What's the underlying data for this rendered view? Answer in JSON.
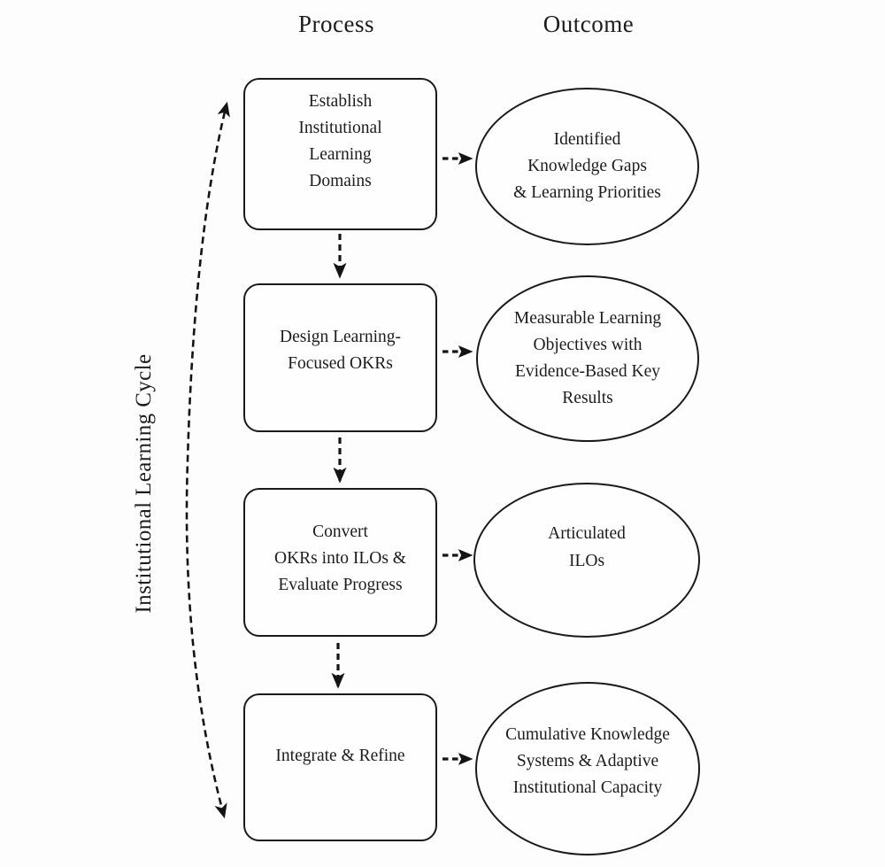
{
  "figure": {
    "title": "Institutional Learning Cycle process-outcome flow diagram",
    "background_color": "#fdfdfd",
    "line_color": "#1a1a1a",
    "text_color": "#1c1c1c"
  },
  "columns": {
    "process_header": "Process",
    "outcome_header": "Outcome"
  },
  "cycle": {
    "label": "Institutional Learning Cycle",
    "arrow_style": "dashed double-headed arc"
  },
  "rows": [
    {
      "process": "Establish\nInstitutional\nLearning\nDomains",
      "outcome": "Identified\nKnowledge Gaps\n& Learning Priorities"
    },
    {
      "process": "Design Learning-\nFocused OKRs",
      "outcome": "Measurable Learning\nObjectives with\nEvidence-Based Key\nResults"
    },
    {
      "process": "Convert\nOKRs into ILOs &\nEvaluate Progress",
      "outcome": "Articulated\nILOs"
    },
    {
      "process": "Integrate & Refine",
      "outcome": "Cumulative Knowledge\nSystems & Adaptive\nInstitutional Capacity"
    }
  ]
}
